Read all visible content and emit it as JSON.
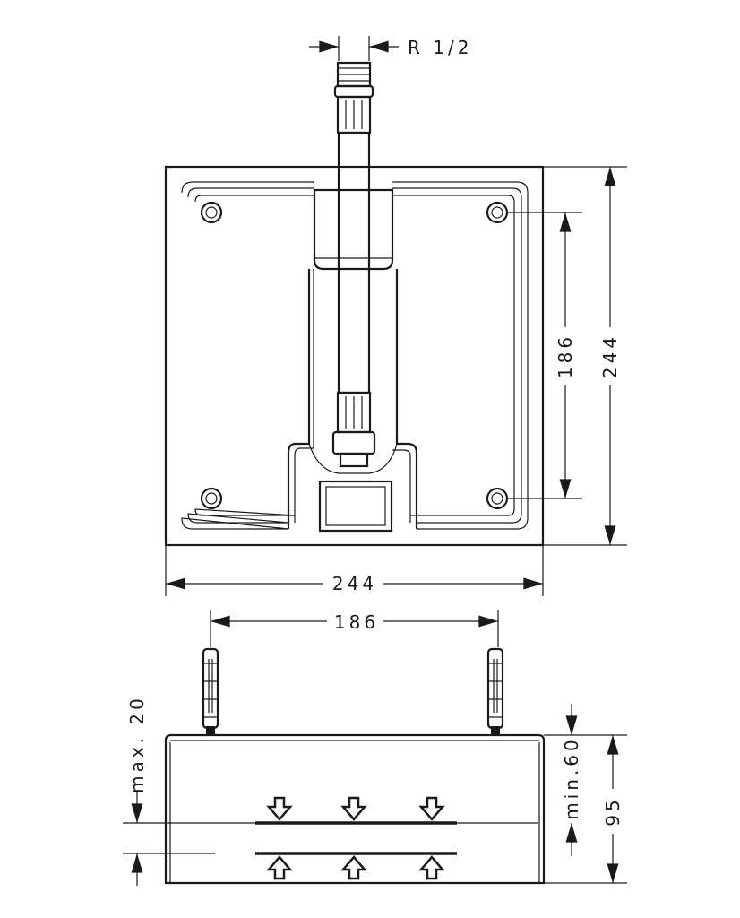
{
  "labels": {
    "thread": "R 1/2",
    "top_width": "244",
    "top_height": "244",
    "hole_spacing_vertical": "186",
    "hole_spacing_side": "186",
    "max_depth": "max. 20",
    "min_clearance": "min.60",
    "body_height": "95"
  }
}
